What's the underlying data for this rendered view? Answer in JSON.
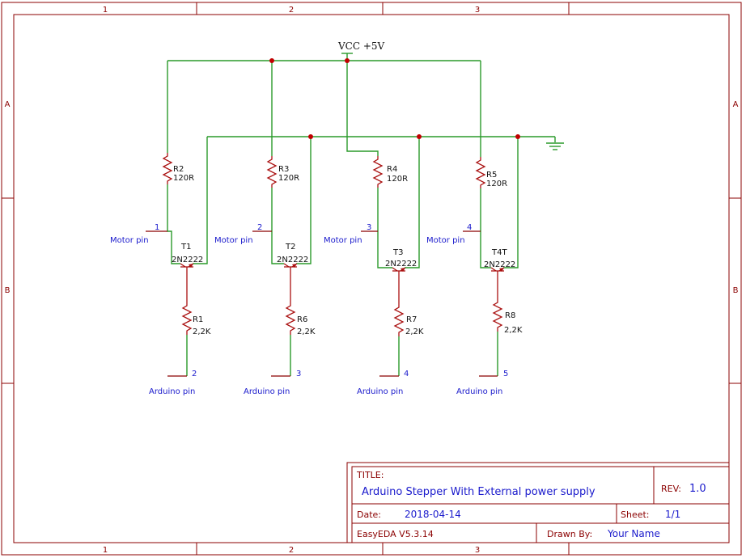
{
  "frame": {
    "columns": [
      "1",
      "2",
      "3"
    ],
    "rows": [
      "A",
      "B"
    ]
  },
  "power": {
    "label": "VCC +5V"
  },
  "stages": [
    {
      "resistor_top": {
        "ref": "R2",
        "value": "120R"
      },
      "motor_pin": {
        "num": "1",
        "label": "Motor pin"
      },
      "transistor": {
        "ref": "T1",
        "part": "2N2222"
      },
      "resistor_base": {
        "ref": "R1",
        "value": "2,2K"
      },
      "arduino_pin": {
        "num": "2",
        "label": "Arduino pin"
      }
    },
    {
      "resistor_top": {
        "ref": "R3",
        "value": "120R"
      },
      "motor_pin": {
        "num": "2",
        "label": "Motor pin"
      },
      "transistor": {
        "ref": "T2",
        "part": "2N2222"
      },
      "resistor_base": {
        "ref": "R6",
        "value": "2,2K"
      },
      "arduino_pin": {
        "num": "3",
        "label": "Arduino pin"
      }
    },
    {
      "resistor_top": {
        "ref": "R4",
        "value": "120R"
      },
      "motor_pin": {
        "num": "3",
        "label": "Motor pin"
      },
      "transistor": {
        "ref": "T3",
        "part": "2N2222"
      },
      "resistor_base": {
        "ref": "R7",
        "value": "2,2K"
      },
      "arduino_pin": {
        "num": "4",
        "label": "Arduino pin"
      }
    },
    {
      "resistor_top": {
        "ref": "R5",
        "value": "120R"
      },
      "motor_pin": {
        "num": "4",
        "label": "Motor pin"
      },
      "transistor": {
        "ref": "T4T",
        "part": "2N2222"
      },
      "resistor_base": {
        "ref": "R8",
        "value": "2,2K"
      },
      "arduino_pin": {
        "num": "5",
        "label": "Arduino pin"
      }
    }
  ],
  "title_block": {
    "title_label": "TITLE:",
    "title": "Arduino Stepper With External power supply",
    "rev_label": "REV:",
    "rev": "1.0",
    "date_label": "Date:",
    "date": "2018-04-14",
    "sheet_label": "Sheet:",
    "sheet": "1/1",
    "software": "EasyEDA V5.3.14",
    "drawn_by_label": "Drawn By:",
    "drawn_by": "Your Name"
  },
  "colors": {
    "frame": "#8b0000",
    "wire": "#2a9a2a",
    "component": "#aa1111",
    "label": "#1a1acc",
    "junction": "#c00000"
  }
}
